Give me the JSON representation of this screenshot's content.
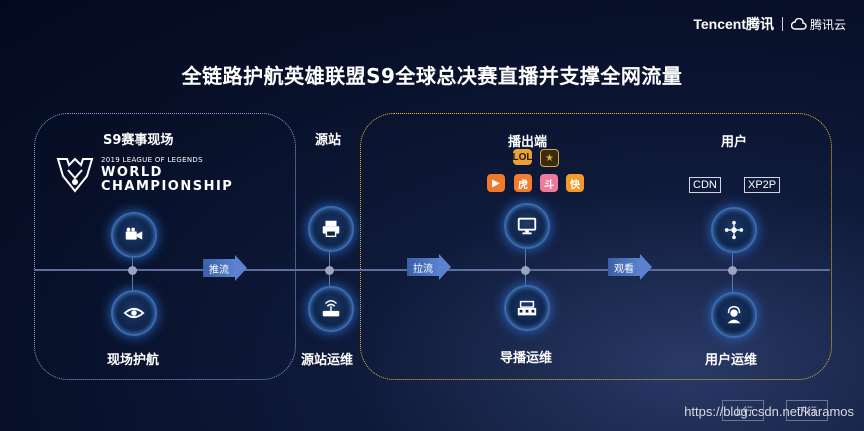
{
  "brand": {
    "name": "Tencent腾讯",
    "cloud": "腾讯云"
  },
  "title": "全链路护航英雄联盟S9全球总决赛直播并支撑全网流量",
  "sections": {
    "venue": {
      "title": "S9赛事现场",
      "bottom_label": "现场护航"
    },
    "origin": {
      "title": "源站",
      "bottom_label": "源站运维"
    },
    "broadcast": {
      "title": "播出端",
      "bottom_label": "导播运维"
    },
    "user": {
      "title": "用户",
      "bottom_label": "用户运维",
      "tags": [
        "CDN",
        "XP2P"
      ]
    }
  },
  "logo": {
    "line1": "2019 LEAGUE OF LEGENDS",
    "line2": "WORLD",
    "line3": "CHAMPIONSHIP"
  },
  "arrows": {
    "push": "推流",
    "pull": "拉流",
    "watch": "观看"
  },
  "apps": [
    "bilibili-icon",
    "huya-icon",
    "douyu-icon",
    "kuaishou-icon",
    "lol-icon",
    "tencent-video-icon"
  ],
  "nav": {
    "prev": "上行",
    "next": "下行"
  },
  "watermark": "https://blog.csdn.net/karamos",
  "colors": {
    "gold_border": "#e8c12a",
    "blue_border": "#8aa0e0",
    "node_glow": "#2b6ccf"
  }
}
